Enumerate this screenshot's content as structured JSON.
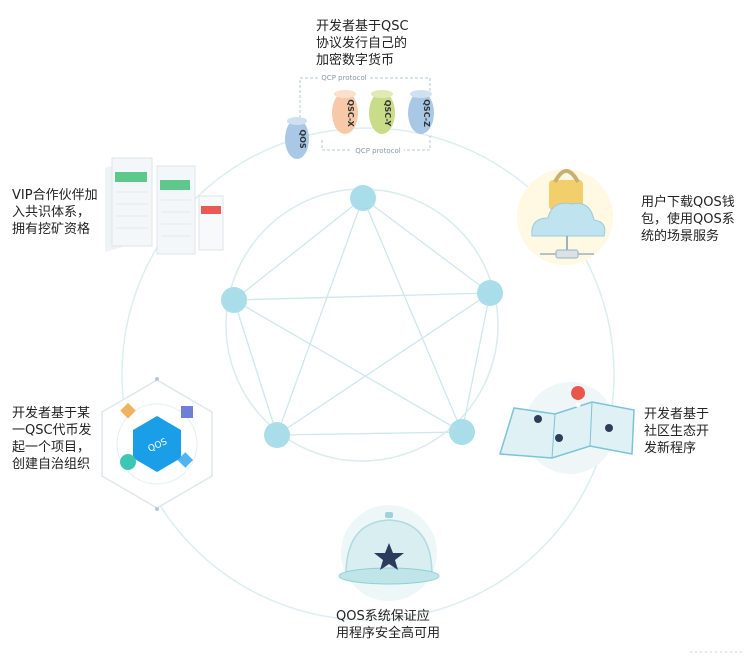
{
  "labels": {
    "top": [
      "开发者基于QSC",
      "协议发行自己的",
      "加密数字货币"
    ],
    "right_top": [
      "用户下载QOS钱",
      "包，使用QOS系",
      "统的场景服务"
    ],
    "right_mid": [
      "开发者基于",
      "社区生态开",
      "发新程序"
    ],
    "bottom": [
      "QOS系统保证应",
      "用程序安全高可用"
    ],
    "left_mid": [
      "开发者基于某",
      "一QSC代币发",
      "起一个项目，",
      "创建自治组织"
    ],
    "left_top": [
      "VIP合作伙伴加",
      "入共识体系，",
      "拥有挖矿资格"
    ]
  },
  "protocol_diagram": {
    "protocol_label_top": "QCP protocol",
    "protocol_label_bottom": "QCP protocol",
    "chain_main": "QOS",
    "chains": [
      "QSC-X",
      "QSC-Y",
      "QSC-Z"
    ]
  },
  "hexagon": {
    "center_label": "QOS"
  },
  "colors": {
    "node": "#a9dde9",
    "ring": "#d6ecef",
    "edge": "#d3eaf0",
    "hex_blue": "#1a9ee8",
    "pill_orange": "#f7c9a8",
    "pill_green": "#c8dc8a",
    "pill_blue": "#a9c8e6",
    "pin_red": "#e8574a"
  }
}
